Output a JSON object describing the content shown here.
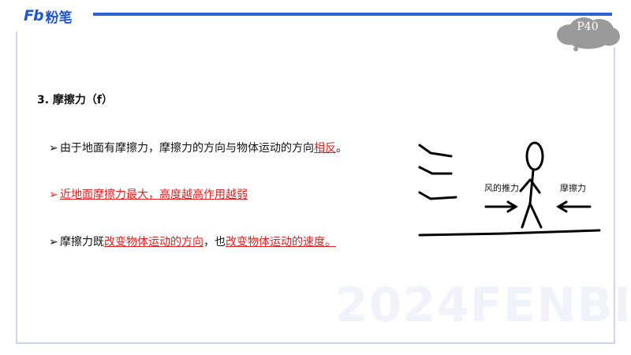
{
  "brand": {
    "mark": "Fb",
    "name": "粉笔"
  },
  "page": {
    "number": "P40"
  },
  "section": {
    "title": "3. 摩擦力（f）"
  },
  "bullets": [
    {
      "arrow": "➢",
      "parts": [
        {
          "text": "由于地面有摩擦力，摩擦力的方向与物体运动的方向",
          "emphasis": false
        },
        {
          "text": "相反",
          "emphasis": true
        },
        {
          "text": "。",
          "emphasis": false
        }
      ]
    },
    {
      "arrow": "➢",
      "parts": [
        {
          "text": "近地面摩擦力最大，高度越高作用越弱",
          "emphasis": true
        }
      ]
    },
    {
      "arrow": "➢",
      "parts": [
        {
          "text": "摩擦力既",
          "emphasis": false
        },
        {
          "text": "改变物体运动的方向",
          "emphasis": true
        },
        {
          "text": "，也",
          "emphasis": false
        },
        {
          "text": "改变物体运动的速度。",
          "emphasis": true
        }
      ]
    }
  ],
  "figure": {
    "left_label": "风的推力",
    "right_label": "摩擦力"
  },
  "watermark": "2024FENBI",
  "colors": {
    "brand_blue": "#1f56d6",
    "emphasis_red": "#e32020",
    "frame": "#cdd3f0"
  }
}
